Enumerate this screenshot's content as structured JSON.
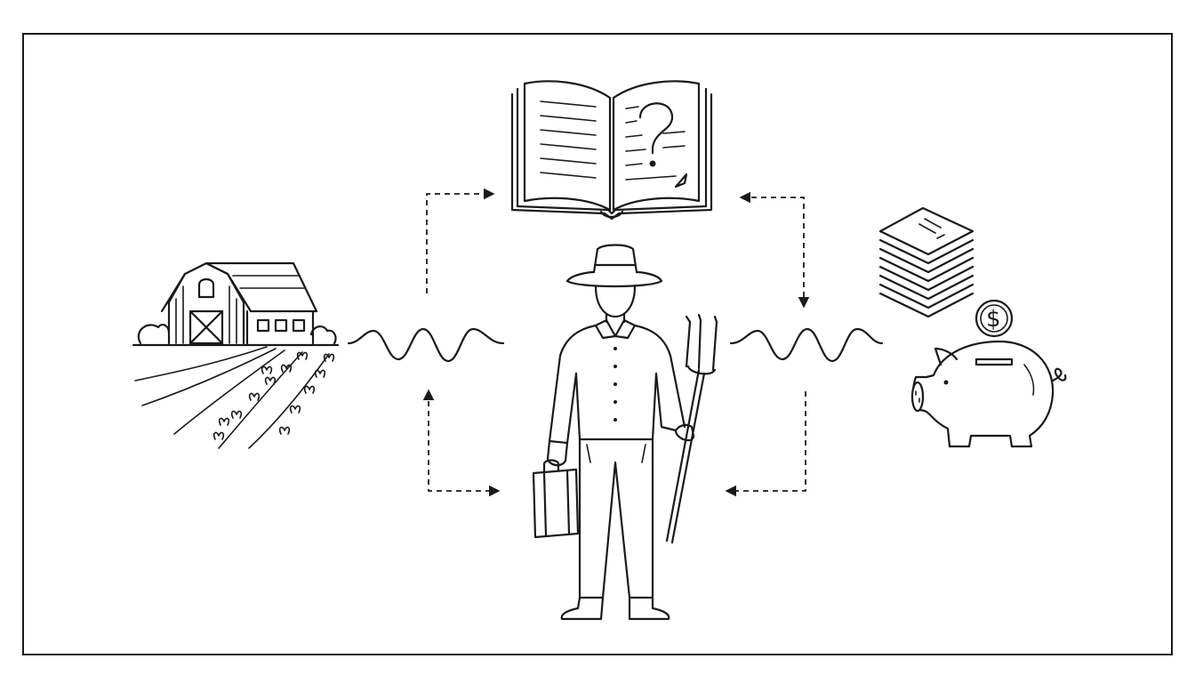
{
  "diagram": {
    "nodes": [
      {
        "id": "book",
        "icon": "open-book-question-icon"
      },
      {
        "id": "farm",
        "icon": "barn-field-icon"
      },
      {
        "id": "farmer",
        "icon": "farmer-pitchfork-briefcase-icon"
      },
      {
        "id": "finance",
        "icon": "documents-piggy-bank-icon"
      }
    ],
    "connections": [
      {
        "from": "farm",
        "to": "farmer",
        "style": "wave"
      },
      {
        "from": "farmer",
        "to": "finance",
        "style": "wave"
      },
      {
        "from": "farm",
        "to": "book",
        "style": "dashed-arrow"
      },
      {
        "from": "book",
        "to": "finance",
        "style": "dashed-arrow"
      },
      {
        "from": "farm",
        "to": "farmer",
        "style": "dashed-arrow-bidirectional"
      },
      {
        "from": "finance",
        "to": "farmer",
        "style": "dashed-arrow"
      }
    ],
    "coin_symbol": "$"
  }
}
